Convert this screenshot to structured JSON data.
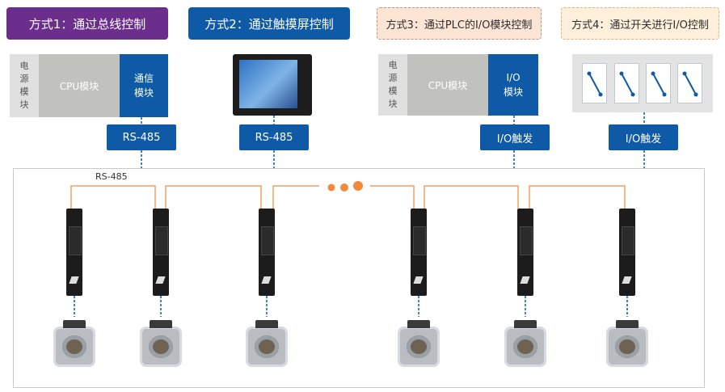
{
  "titles": {
    "m1": "方式1：通过总线控制",
    "m2": "方式2：通过触摸屏控制",
    "m3": "方式3：通过PLC的I/O模块控制",
    "m4": "方式4：通过开关进行I/O控制"
  },
  "plc1": {
    "psu": [
      "电",
      "源",
      "模",
      "块"
    ],
    "cpu": "CPU模块",
    "comm": [
      "通信",
      "模块"
    ]
  },
  "plc3": {
    "psu": [
      "电",
      "源",
      "模",
      "块"
    ],
    "cpu": "CPU模块",
    "io": [
      "I/O",
      "模块"
    ]
  },
  "connectors": {
    "c1": "RS-485",
    "c2": "RS-485",
    "c3": "I/O触发",
    "c4": "I/O触发"
  },
  "bus_label": "RS-485",
  "colors": {
    "purple": "#6c2e8c",
    "blue": "#0e5aa6",
    "orange_line": "#f08a3c",
    "peach": "#fde5d6",
    "cream": "#fff0dc"
  },
  "icons": [
    "touch-screen-icon",
    "toggle-switch-icon",
    "servo-drive-icon",
    "servo-motor-icon"
  ]
}
